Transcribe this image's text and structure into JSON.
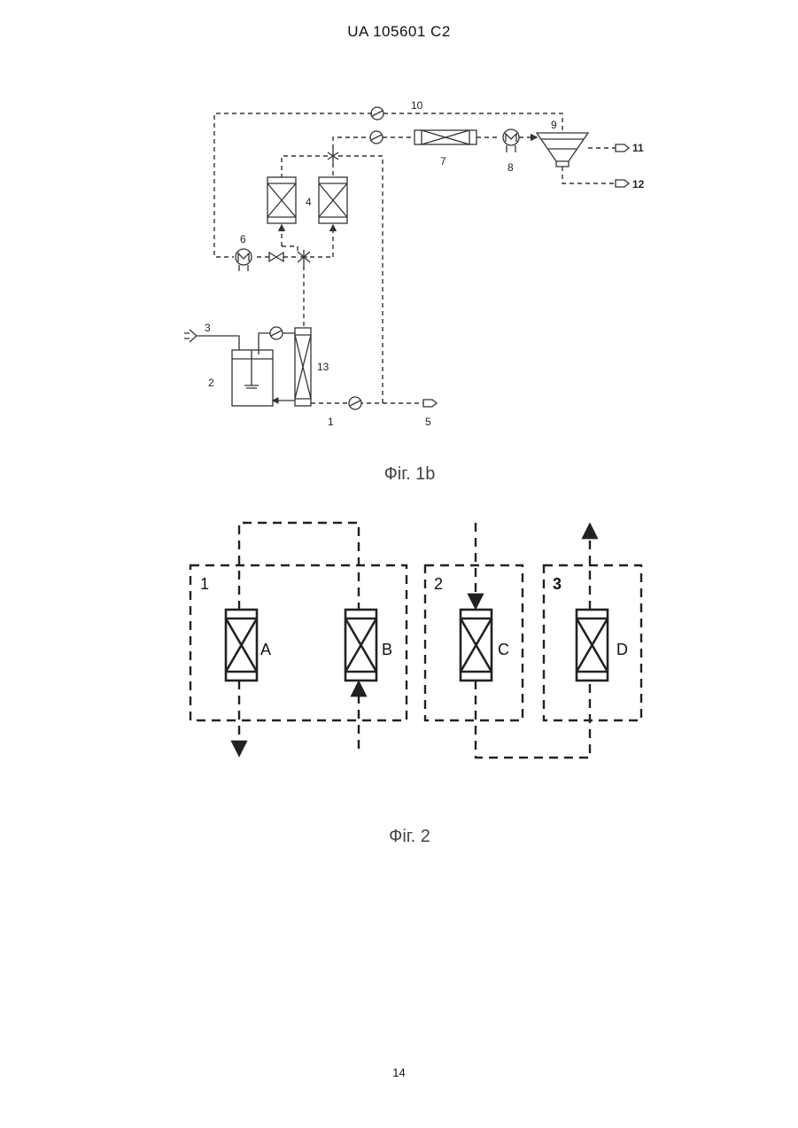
{
  "header": {
    "patent_number": "UA   105601   C2"
  },
  "fig1b": {
    "caption": "Фіг. 1b",
    "labels": {
      "n1": "1",
      "n2": "2",
      "n3": "3",
      "n4": "4",
      "n5": "5",
      "n6": "6",
      "n7": "7",
      "n8": "8",
      "n9": "9",
      "n10": "10",
      "n11": "11",
      "n12": "12",
      "n13": "13"
    }
  },
  "fig2": {
    "caption": "Фіг. 2",
    "zones": {
      "z1": "1",
      "z2": "2",
      "z3": "3"
    },
    "reactors": {
      "a": "A",
      "b": "B",
      "c": "C",
      "d": "D"
    }
  },
  "page_number": "14"
}
